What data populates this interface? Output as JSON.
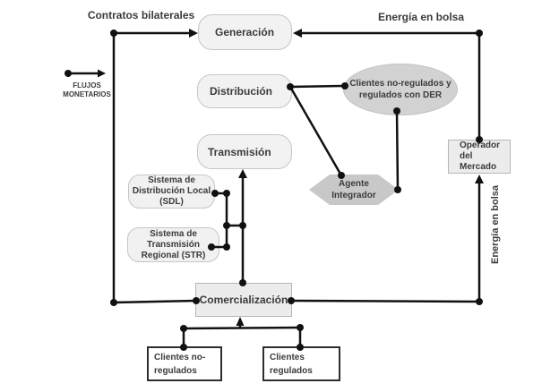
{
  "nodes": {
    "generacion": {
      "label": "Generación"
    },
    "distribucion": {
      "label": "Distribución"
    },
    "transmision": {
      "label": "Transmisión"
    },
    "sdl": {
      "label": "Sistema de\nDistribución Local\n(SDL)"
    },
    "str": {
      "label": "Sistema de\nTransmisión\nRegional (STR)"
    },
    "comercializacion": {
      "label": "Comercialización"
    },
    "operador_mercado": {
      "label": "Operador\ndel\nMercado"
    },
    "clientes_der": {
      "label": "Clientes no-regulados y\nregulados con DER"
    },
    "agente_integrador": {
      "label": "Agente\nIntegrador"
    },
    "clientes_no_regulados": {
      "label": "Clientes no-\nregulados"
    },
    "clientes_regulados": {
      "label": "Clientes\nregulados"
    }
  },
  "edge_labels": {
    "contratos_bilaterales": "Contratos bilaterales",
    "energia_en_bolsa_top": "Energía en bolsa",
    "energia_en_bolsa_right": "Energía en bolsa",
    "flujos_monetarios": "FLUJOS\nMONETARIOS"
  },
  "colors": {
    "connector": "#111111",
    "text": "#3b3b3b",
    "node_fill": "#f2f2f2",
    "node_border": "#c6c6c6",
    "ellipse_fill": "#d2d2d2",
    "hexagon_fill": "#c8c8c8",
    "client_box_border": "#2e2e2e",
    "background": "#ffffff"
  }
}
